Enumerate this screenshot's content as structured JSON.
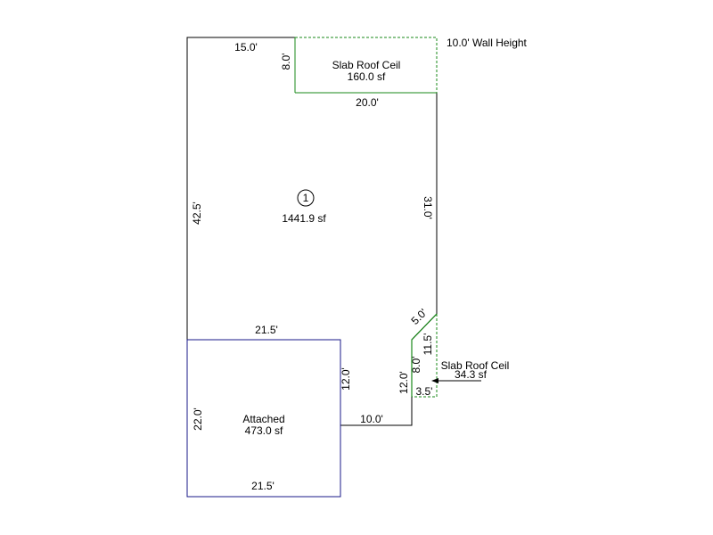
{
  "colors": {
    "main_outline": "#000000",
    "slab_outline": "#1a8a1a",
    "attached_outline": "#1a1a8a"
  },
  "header": {
    "wall_height": "10.0' Wall Height"
  },
  "main_area": {
    "number": "1",
    "area": "1441.9 sf",
    "dims": {
      "top": "15.0'",
      "left": "42.5'",
      "right": "31.0'",
      "notch_bottom": "20.0'",
      "diagonal": "5.0'",
      "lower_right": "12.0'",
      "bottom_step": "10.0'",
      "lower_left_top": "21.5'"
    }
  },
  "slab_top": {
    "name": "Slab Roof Ceil",
    "area": "160.0 sf",
    "dim_left": "8.0'"
  },
  "slab_small": {
    "name": "Slab Roof Ceil",
    "area": "34.3 sf",
    "dim_right": "11.5'",
    "dim_left": "8.0'",
    "dim_bottom": "3.5'"
  },
  "attached": {
    "name": "Attached",
    "area": "473.0 sf",
    "dim_left": "22.0'",
    "dim_right": "12.0'",
    "dim_bottom": "21.5'"
  }
}
